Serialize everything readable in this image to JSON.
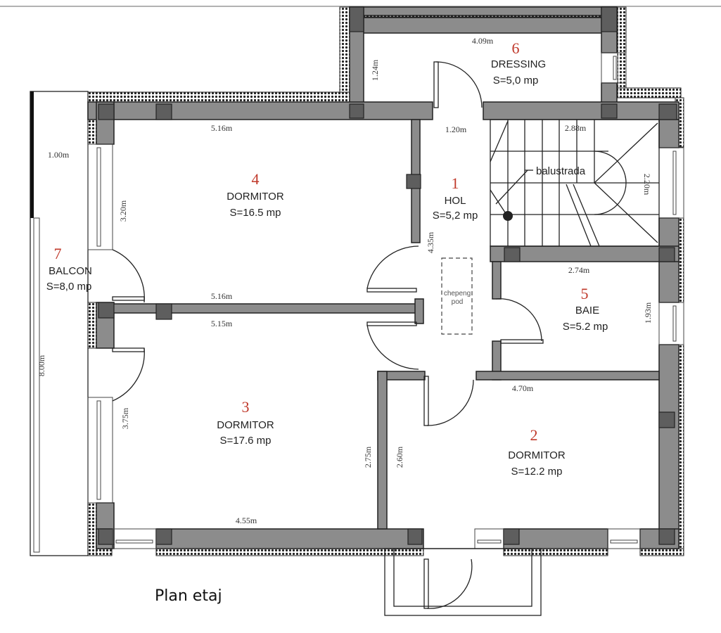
{
  "rooms": [
    {
      "number": "1",
      "name": "HOL",
      "area": "S=5,2 mp"
    },
    {
      "number": "2",
      "name": "DORMITOR",
      "area": "S=12.2 mp"
    },
    {
      "number": "3",
      "name": "DORMITOR",
      "area": "S=17.6 mp"
    },
    {
      "number": "4",
      "name": "DORMITOR",
      "area": "S=16.5 mp"
    },
    {
      "number": "5",
      "name": "BAIE",
      "area": "S=5.2 mp"
    },
    {
      "number": "6",
      "name": "DRESSING",
      "area": "S=5,0 mp"
    },
    {
      "number": "7",
      "name": "BALCON",
      "area": "S=8,0 mp"
    }
  ],
  "dimensions": {
    "dressing_width": "4.09m",
    "dressing_depth": "1.24m",
    "hol_door": "1.20m",
    "stair_width": "2.88m",
    "stair_depth": "2.20m",
    "room4_top": "5.16m",
    "room4_bottom": "5.16m",
    "room4_window": "3.20m",
    "balcony_width": "1.00m",
    "balcony_length": "8.00m",
    "hol_length": "4.35m",
    "room3_top": "5.15m",
    "room3_window": "3.75m",
    "room3_bottom": "4.55m",
    "baie_width": "2.74m",
    "baie_depth": "1.93m",
    "room2_width": "4.70m",
    "room2_wall_a": "2.75m",
    "room2_wall_b": "2.60m"
  },
  "annotations": {
    "balustrade": "balustrada",
    "trapdoor_line1": "chepeng",
    "trapdoor_line2": "pod"
  },
  "caption": "Plan etaj"
}
